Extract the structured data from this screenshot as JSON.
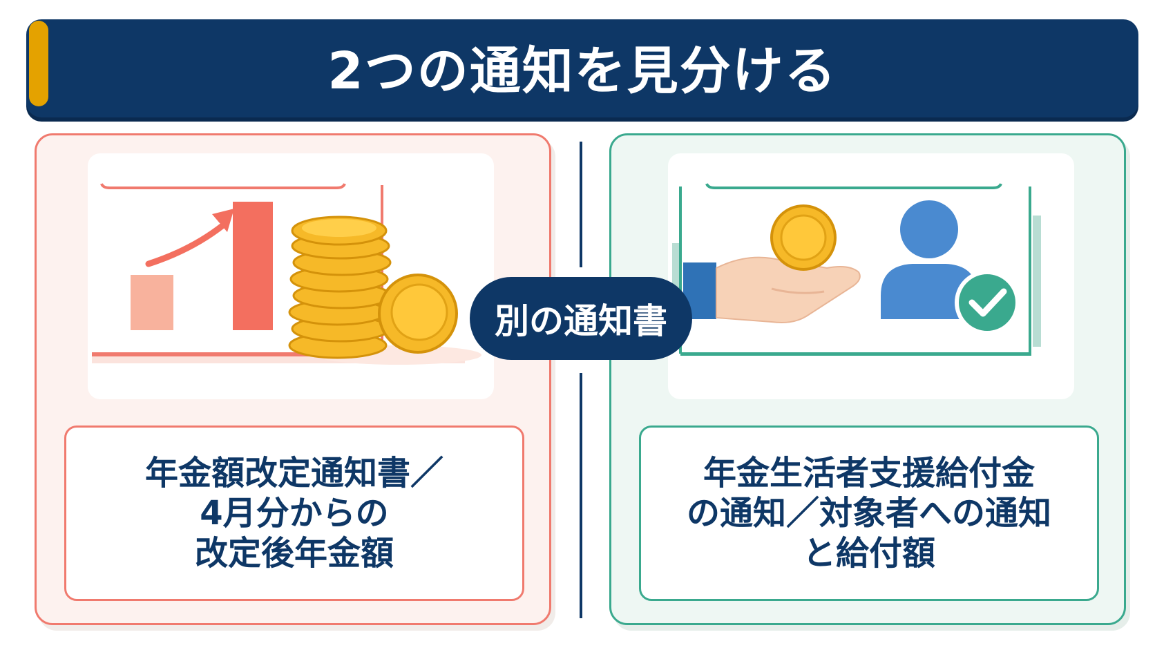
{
  "header": {
    "title": "2つの通知を見分ける"
  },
  "center_badge": "別の通知書",
  "left_panel": {
    "lines": [
      "年金額改定通知書／",
      "4月分からの",
      "改定後年金額"
    ],
    "icons": [
      "rising-bar-chart-icon",
      "coin-stack-icon"
    ]
  },
  "right_panel": {
    "lines": [
      "年金生活者支援給付金",
      "の通知／対象者への通知",
      "と給付額"
    ],
    "icons": [
      "hand-giving-coin-icon",
      "person-check-icon"
    ]
  },
  "colors": {
    "navy": "#0e3766",
    "gold": "#e4a200",
    "left_accent": "#f07a6e",
    "right_accent": "#3aa98e",
    "coin": "#f6b928"
  }
}
